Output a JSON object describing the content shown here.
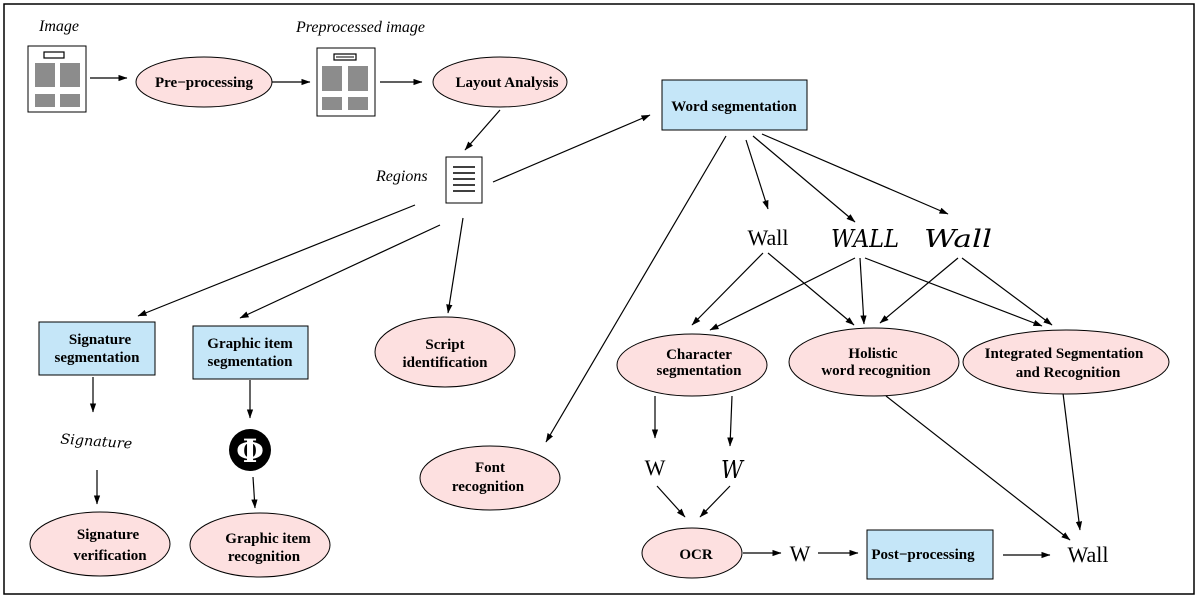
{
  "colors": {
    "ellipse_fill": "#fde0e0",
    "box_fill": "#c5e6f8",
    "stroke": "#000000",
    "thumb_gray": "#8c8c8c"
  },
  "labels": {
    "image": "Image",
    "preprocessed_image": "Preprocessed image",
    "regions": "Regions",
    "preprocessing": "Pre−processing",
    "layout_analysis": "Layout Analysis",
    "word_segmentation": "Word segmentation",
    "signature_segmentation": [
      "Signature",
      "segmentation"
    ],
    "graphic_item_segmentation": [
      "Graphic item",
      "segmentation"
    ],
    "script_identification": [
      "Script",
      "identification"
    ],
    "signature_verification": [
      "Signature",
      "verification"
    ],
    "graphic_item_recognition": [
      "Graphic item",
      "recognition"
    ],
    "font_recognition": [
      "Font",
      "recognition"
    ],
    "character_segmentation": [
      "Character",
      "segmentation"
    ],
    "holistic_word_recognition": [
      "Holistic",
      "word recognition"
    ],
    "integrated_segmentation": [
      "Integrated Segmentation",
      "and Recognition"
    ],
    "ocr": "OCR",
    "post_processing": "Post−processing"
  },
  "words": {
    "wall_printed": "Wall",
    "wall_handwritten_caps": "WALL",
    "wall_handwritten_cursive": "Wall",
    "w_printed": "W",
    "w_handwritten": "W",
    "w_after_ocr": "W",
    "wall_final": "Wall"
  },
  "images": {
    "signature_sample": "Signature",
    "graphic_symbol": "Φ"
  }
}
